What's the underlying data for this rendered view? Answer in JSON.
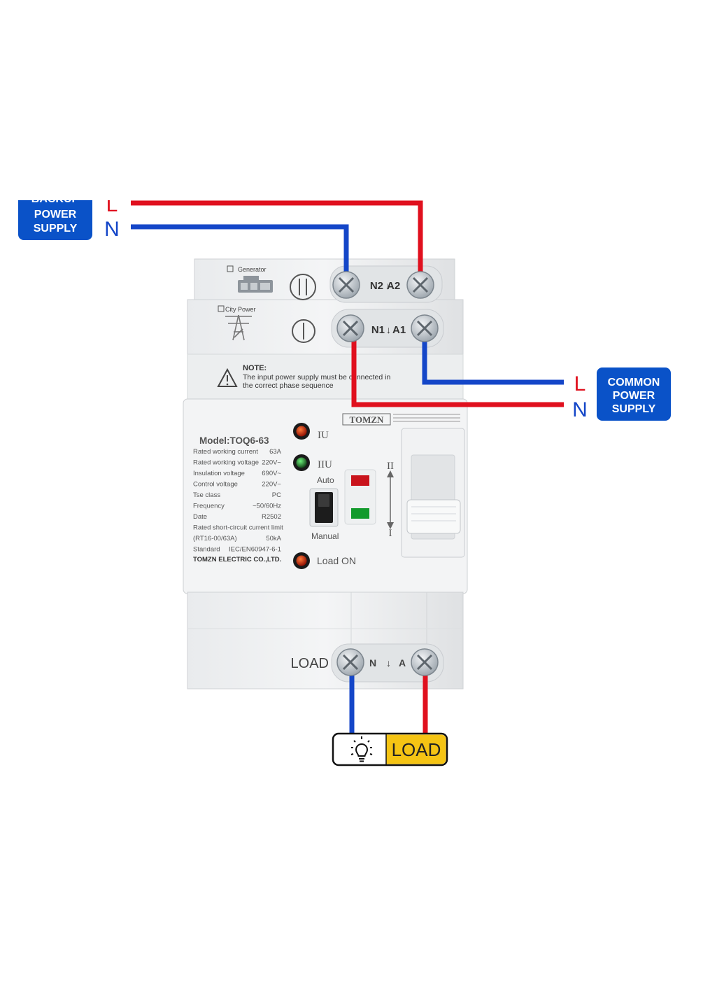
{
  "backup_supply": {
    "label_lines": [
      "BACKUP",
      "POWER",
      "SUPPLY"
    ],
    "line_label": "L",
    "neutral_label": "N"
  },
  "common_supply": {
    "label_lines": [
      "COMMON",
      "POWER",
      "SUPPLY"
    ],
    "line_label": "L",
    "neutral_label": "N"
  },
  "device": {
    "generator_label": "Generator",
    "generator_roman": "II",
    "generator_terminals": "N2",
    "generator_terminals_a": "A2",
    "city_power_label": "City Power",
    "city_roman": "I",
    "city_terminals": "N1",
    "city_terminals_a": "A1",
    "note_title": "NOTE:",
    "note_line1": "The input power supply must be connected in",
    "note_line2": "the correct phase sequence",
    "brand": "TOMZN",
    "model": "Model:TOQ6-63",
    "specs": [
      {
        "label": "Rated working current",
        "value": "63A"
      },
      {
        "label": "Rated working voltage",
        "value": "220V~"
      },
      {
        "label": "Insulation voltage",
        "value": "690V~"
      },
      {
        "label": "Control voltage",
        "value": "220V~"
      },
      {
        "label": "Tse class",
        "value": "PC"
      },
      {
        "label": "Frequency",
        "value": "~50/60Hz"
      },
      {
        "label": "Date",
        "value": "R2502"
      },
      {
        "label": "Rated short-circuit current limit",
        "value": ""
      },
      {
        "label": "(RT16-00/63A)",
        "value": "50kA"
      },
      {
        "label": "Standard",
        "value": "IEC/EN60947-6-1"
      }
    ],
    "manufacturer": "TOMZN ELECTRIC CO.,LTD.",
    "indicator_1": "IU",
    "indicator_2": "IIU",
    "auto_label": "Auto",
    "manual_label": "Manual",
    "load_on_label": "Load ON",
    "lever_top": "II",
    "lever_bottom": "I",
    "load_label": "LOAD",
    "load_n": "N",
    "load_a": "A"
  },
  "load_box": {
    "label": "LOAD",
    "icon": "light-bulb-icon"
  },
  "colors": {
    "line": "#e0101e",
    "neutral": "#1446c8",
    "badge": "#0a52c8",
    "load_yellow": "#f5c414"
  }
}
